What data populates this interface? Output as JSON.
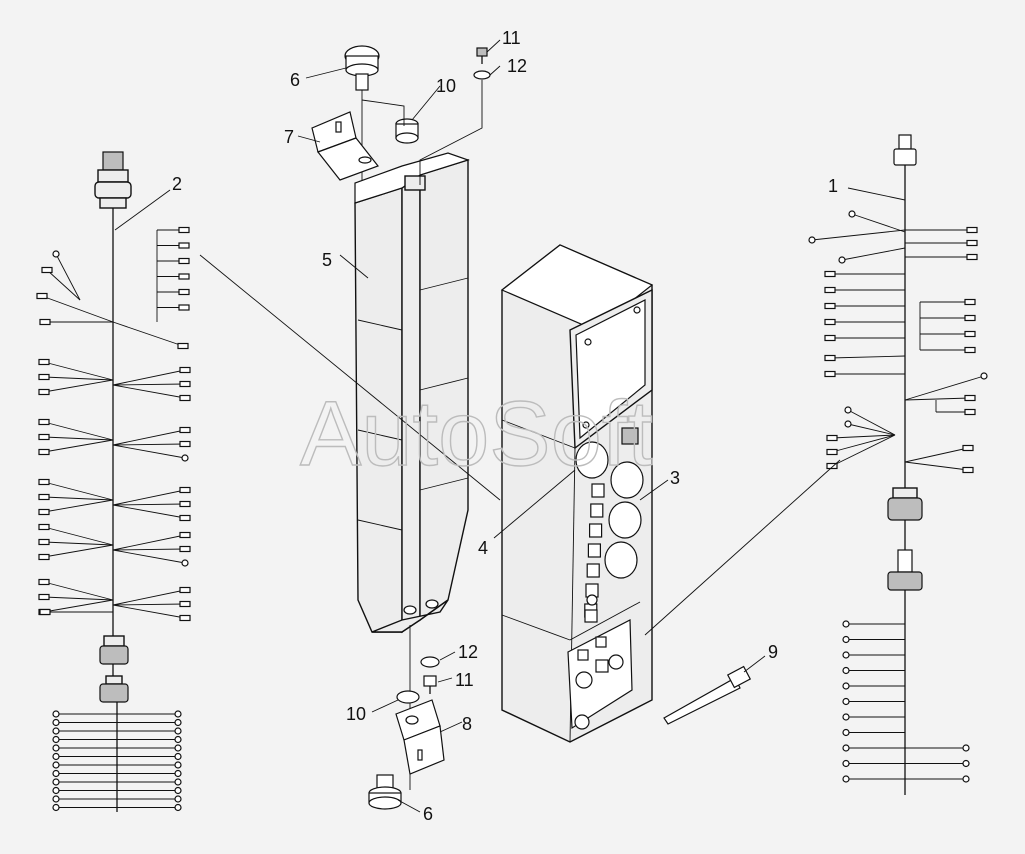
{
  "watermark": "AutoSoft",
  "callouts": [
    {
      "id": "c1",
      "text": "1"
    },
    {
      "id": "c2",
      "text": "2"
    },
    {
      "id": "c3",
      "text": "3"
    },
    {
      "id": "c4",
      "text": "4"
    },
    {
      "id": "c5",
      "text": "5"
    },
    {
      "id": "c6a",
      "text": "6"
    },
    {
      "id": "c6b",
      "text": "6"
    },
    {
      "id": "c7",
      "text": "7"
    },
    {
      "id": "c8",
      "text": "8"
    },
    {
      "id": "c9",
      "text": "9"
    },
    {
      "id": "c10a",
      "text": "10"
    },
    {
      "id": "c10b",
      "text": "10"
    },
    {
      "id": "c11a",
      "text": "11"
    },
    {
      "id": "c11b",
      "text": "11"
    },
    {
      "id": "c12a",
      "text": "12"
    },
    {
      "id": "c12b",
      "text": "12"
    }
  ],
  "colors": {
    "background": "#f3f3f3",
    "line": "#111111",
    "watermark": "#bcbcbc"
  }
}
